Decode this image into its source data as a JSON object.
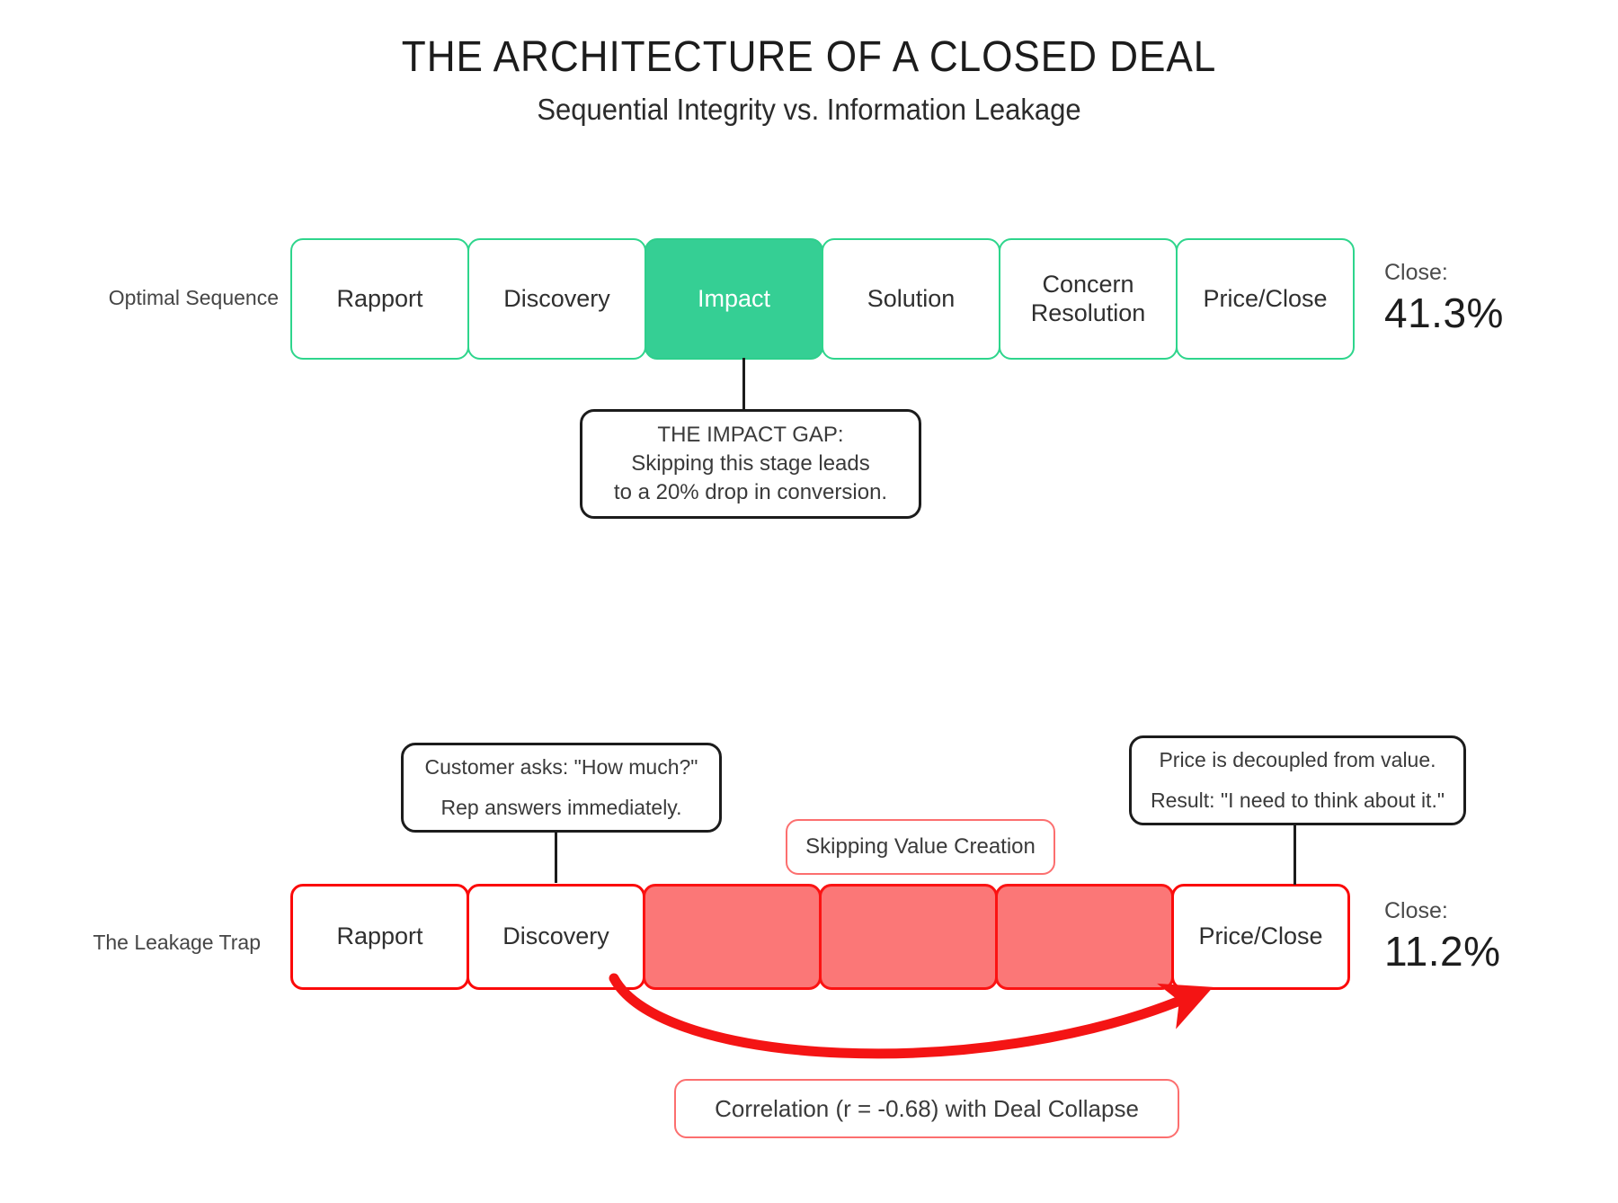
{
  "header": {
    "title": "THE ARCHITECTURE OF A CLOSED DEAL",
    "subtitle": "Sequential Integrity vs. Information Leakage"
  },
  "optimal_row": {
    "label": "Optimal Sequence",
    "stages": [
      {
        "name": "rapport",
        "label": "Rapport",
        "state": "outline"
      },
      {
        "name": "discovery",
        "label": "Discovery",
        "state": "outline"
      },
      {
        "name": "impact",
        "label": "Impact",
        "state": "filled"
      },
      {
        "name": "solution",
        "label": "Solution",
        "state": "outline"
      },
      {
        "name": "concern",
        "label": "Concern Resolution",
        "state": "outline"
      },
      {
        "name": "price-close",
        "label": "Price/Close",
        "state": "outline"
      }
    ],
    "close_label": "Close:",
    "close_value": "41.3%",
    "callout": {
      "line1": "THE IMPACT GAP:",
      "line2": "Skipping this stage leads",
      "line3": "to a 20% drop in conversion."
    }
  },
  "leakage_row": {
    "label": "The Leakage Trap",
    "stages": [
      {
        "name": "rapport",
        "label": "Rapport",
        "state": "outline"
      },
      {
        "name": "discovery",
        "label": "Discovery",
        "state": "outline"
      },
      {
        "name": "skipped-1",
        "label": "",
        "state": "filled"
      },
      {
        "name": "skipped-2",
        "label": "",
        "state": "filled"
      },
      {
        "name": "skipped-3",
        "label": "",
        "state": "filled"
      },
      {
        "name": "price-close",
        "label": "Price/Close",
        "state": "outline"
      }
    ],
    "close_label": "Close:",
    "close_value": "11.2%",
    "left_callout": {
      "line1": "Customer asks: \"How much?\"",
      "line2": "Rep answers immediately."
    },
    "right_callout": {
      "line1": "Price is decoupled from value.",
      "line2": "Result: \"I need to think about it.\""
    },
    "skip_badge": "Skipping Value Creation",
    "correlation_badge": "Correlation (r = -0.68) with Deal Collapse"
  },
  "colors": {
    "green_accent": "#2ed58c",
    "green_fill": "#35cf94",
    "red_accent": "#fb0a0a",
    "red_fill": "#fb7777",
    "salmon_border": "#fc6f6f",
    "ink": "#1c1c1c"
  }
}
